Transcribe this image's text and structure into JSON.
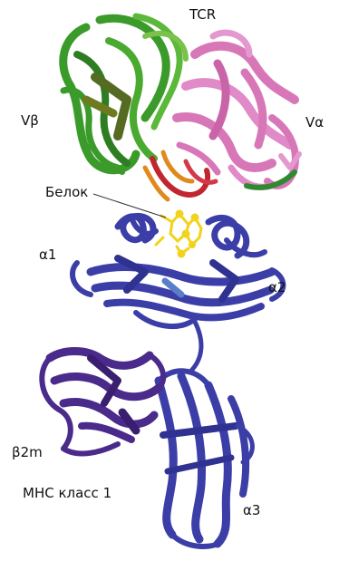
{
  "labels": {
    "tcr": "TCR",
    "v_beta": "Vβ",
    "v_alpha": "Vα",
    "peptide": "Белок",
    "alpha1": "α1",
    "alpha2": "α2",
    "beta2m": "β2m",
    "mhc": "MHC класс 1",
    "alpha3": "α3"
  },
  "colors": {
    "v_beta_chain": "#3a9a2a",
    "v_beta_dark": "#556b22",
    "v_alpha_chain": "#d877b8",
    "cdr_loops": "#c0262e",
    "cdr_orange": "#e08a1e",
    "peptide": "#f2d21a",
    "mhc_heavy_chain": "#3c3ea8",
    "beta2m_chain": "#4a2a8a"
  }
}
